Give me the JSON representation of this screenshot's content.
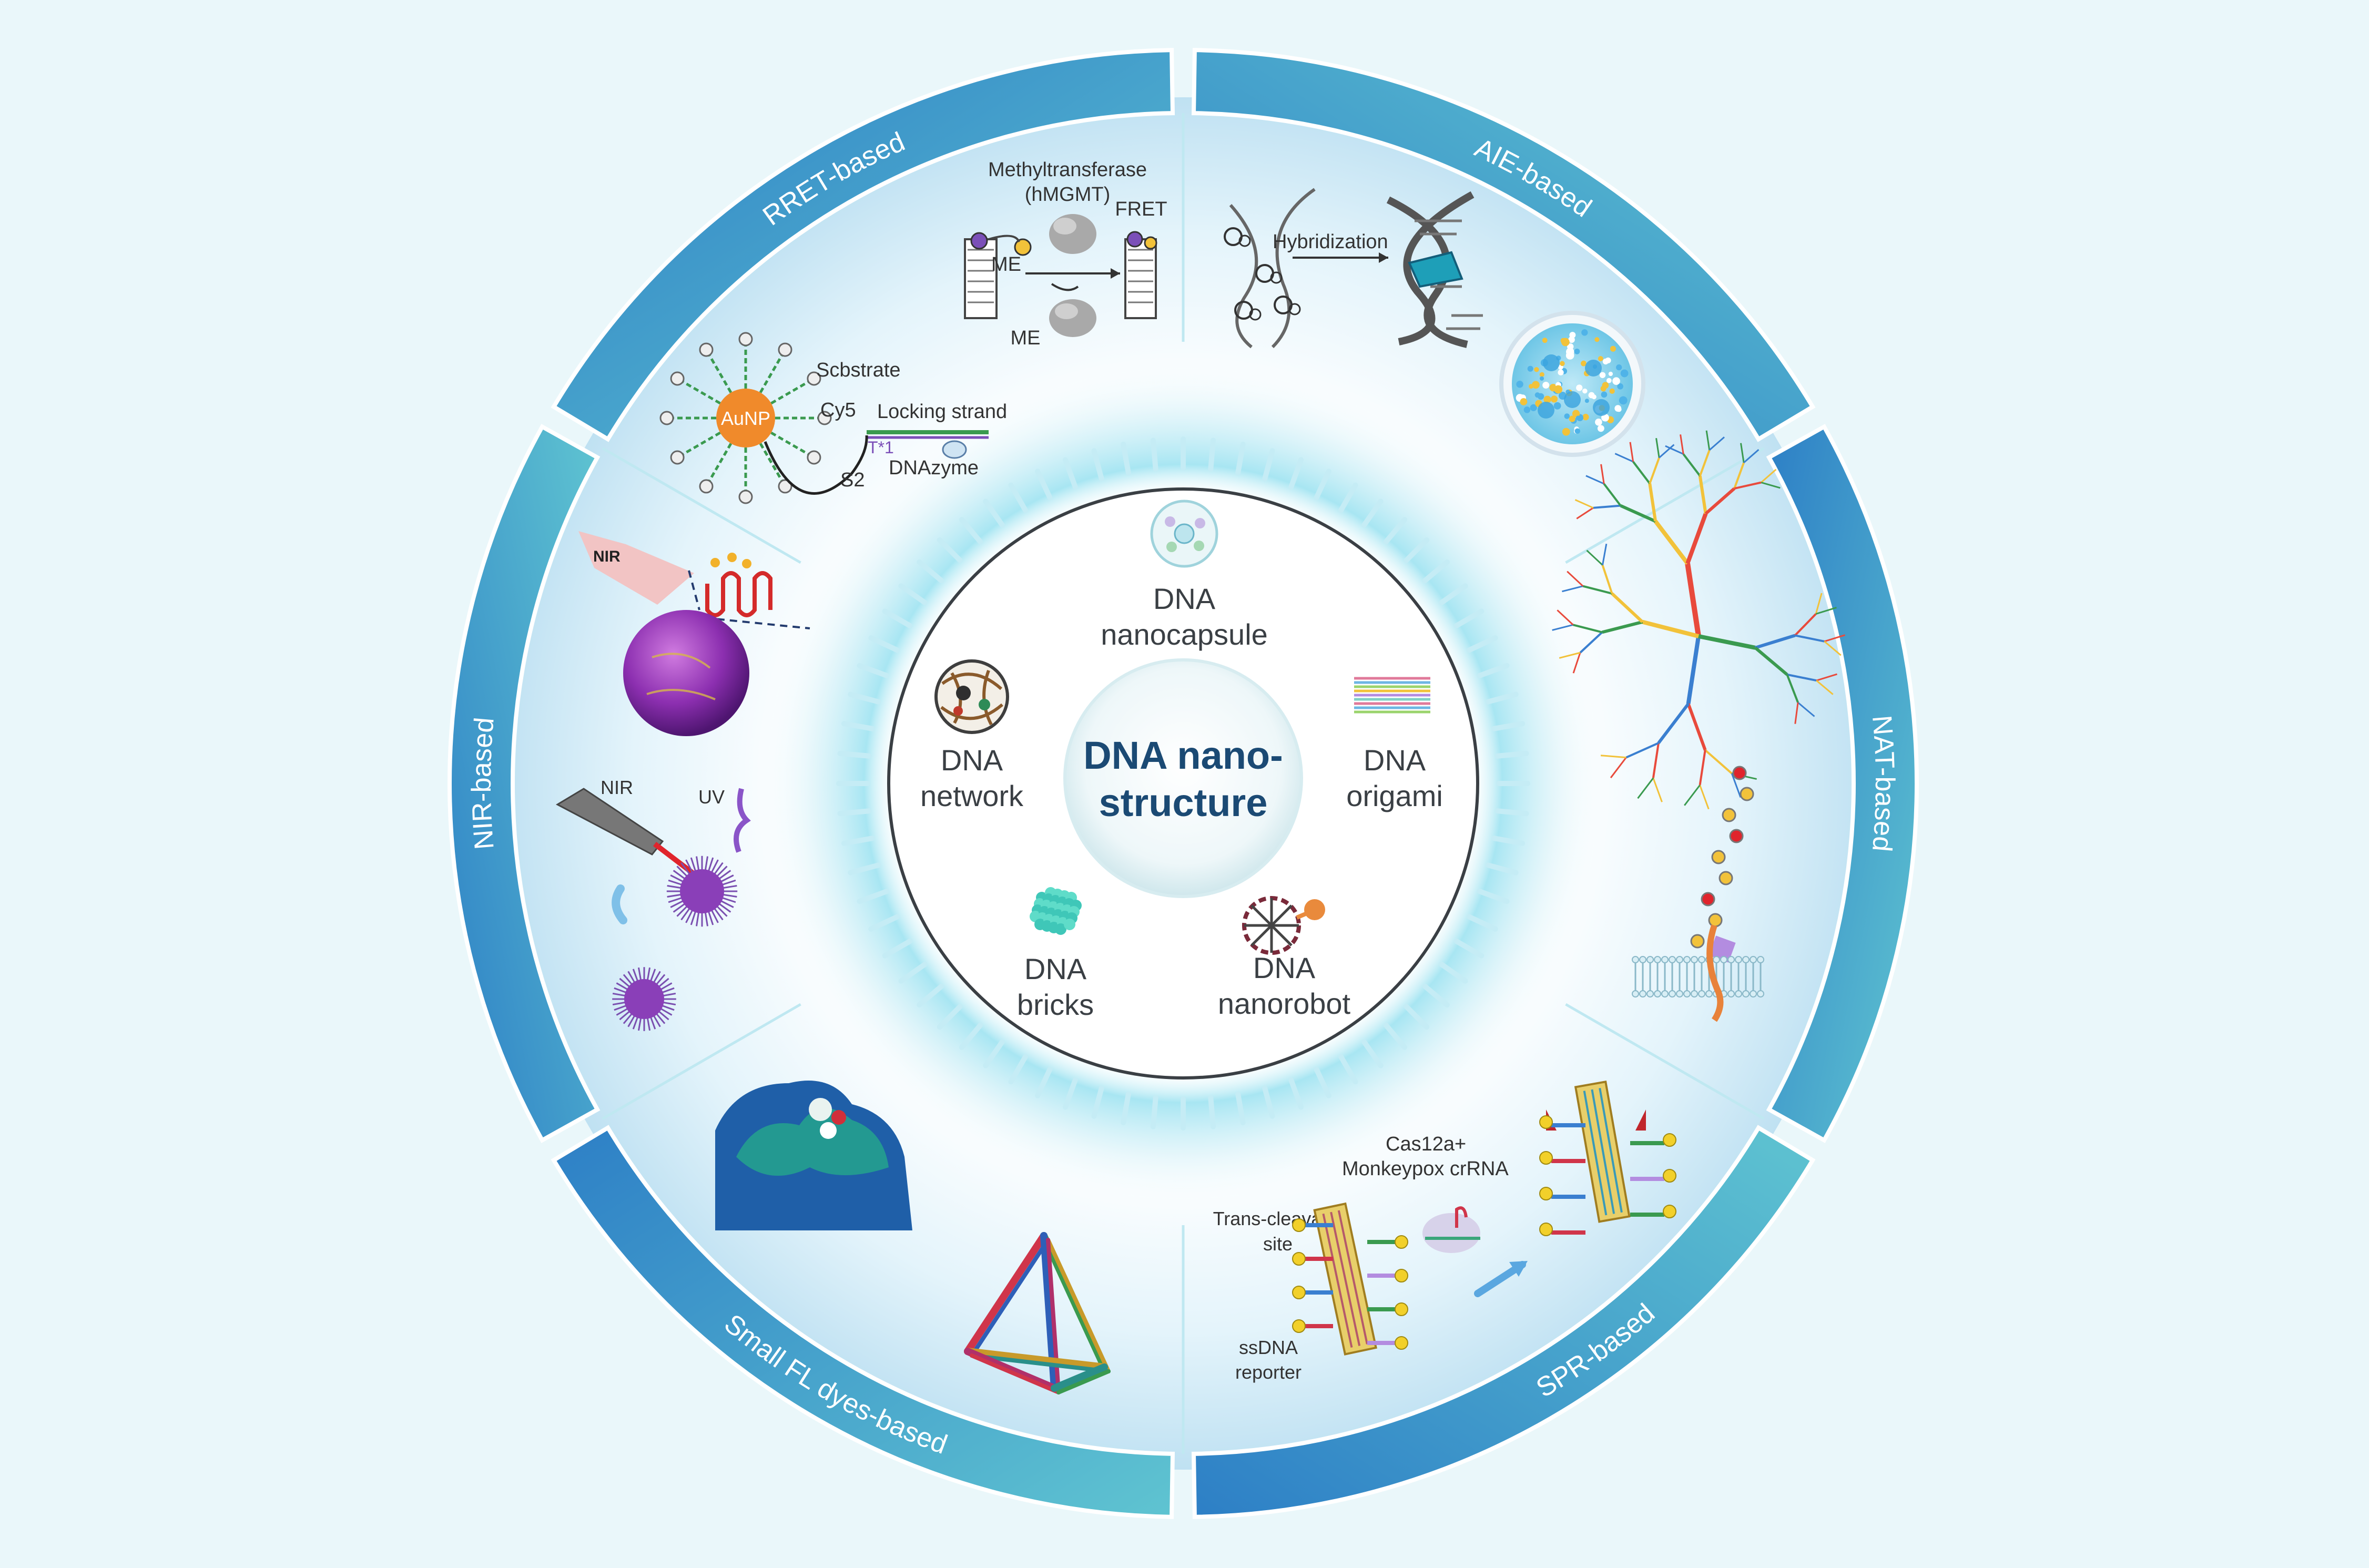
{
  "center": {
    "line1": "DNA nano-",
    "line2": "structure"
  },
  "structures": [
    {
      "line1": "DNA",
      "line2": "nanocapsule"
    },
    {
      "line1": "DNA",
      "line2": "origami"
    },
    {
      "line1": "DNA",
      "line2": "nanorobot"
    },
    {
      "line1": "DNA",
      "line2": "bricks"
    },
    {
      "line1": "DNA",
      "line2": "network"
    }
  ],
  "segments": [
    {
      "label": "RRET-based"
    },
    {
      "label": "AIE-based"
    },
    {
      "label": "NAT-based"
    },
    {
      "label": "SPR-based"
    },
    {
      "label": "Small FL dyes-based"
    },
    {
      "label": "NIR-based"
    }
  ],
  "rret": {
    "methyltransferase": "Methyltransferase",
    "hmgmt": "(hMGMT)",
    "fret": "FRET",
    "me1": "ME",
    "me2": "ME",
    "substrate": "Scbstrate",
    "cy5": "Cy5",
    "locking": "Locking strand",
    "t1": "T*1",
    "s2": "S2",
    "dnazyme": "DNAzyme",
    "aunp": "AuNP"
  },
  "aie": {
    "hybridization": "Hybridization"
  },
  "nir": {
    "nir_top": "NIR",
    "nir_lower": "NIR",
    "uv": "UV"
  },
  "spr": {
    "cas": "Cas12a+",
    "crrna": "Monkeypox crRNA",
    "trans1": "Trans-cleavage",
    "trans2": "site",
    "ss1": "ssDNA",
    "ss2": "reporter"
  },
  "colors": {
    "background": "#eaf7fa",
    "ring_dark": "#2d7fc6",
    "ring_light": "#5fc4d1",
    "center_text": "#1b4a74",
    "label_text": "#ffffff"
  }
}
